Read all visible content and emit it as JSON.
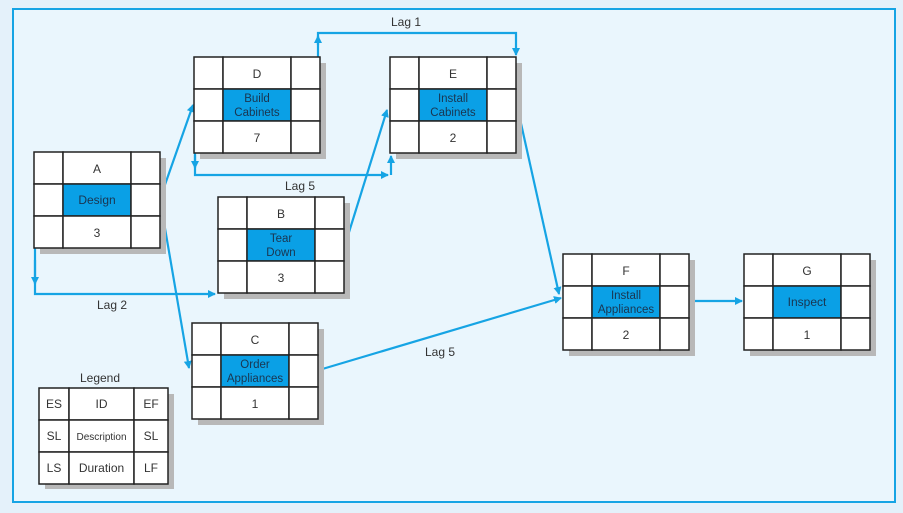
{
  "nodes": [
    {
      "key": "A",
      "id": "A",
      "desc": [
        "Design"
      ],
      "duration": "3"
    },
    {
      "key": "D",
      "id": "D",
      "desc": [
        "Build",
        "Cabinets"
      ],
      "duration": "7"
    },
    {
      "key": "E",
      "id": "E",
      "desc": [
        "Install",
        "Cabinets"
      ],
      "duration": "2"
    },
    {
      "key": "B",
      "id": "B",
      "desc": [
        "Tear",
        "Down"
      ],
      "duration": "3"
    },
    {
      "key": "C",
      "id": "C",
      "desc": [
        "Order",
        "Appliances"
      ],
      "duration": "1"
    },
    {
      "key": "F",
      "id": "F",
      "desc": [
        "Install",
        "Appliances"
      ],
      "duration": "2"
    },
    {
      "key": "G",
      "id": "G",
      "desc": [
        "Inspect"
      ],
      "duration": "1"
    }
  ],
  "lags": {
    "d_e_start": "Lag 1",
    "d_e_finish": "Lag 5",
    "a_b": "Lag 2",
    "c_f": "Lag 5"
  },
  "legend": {
    "title": "Legend",
    "cells": [
      [
        "ES",
        "ID",
        "EF"
      ],
      [
        "SL",
        "Description",
        "SL"
      ],
      [
        "LS",
        "Duration",
        "LF"
      ]
    ]
  },
  "colors": {
    "accent": "#16a4e4",
    "description_fill": "#0aa0e6"
  }
}
